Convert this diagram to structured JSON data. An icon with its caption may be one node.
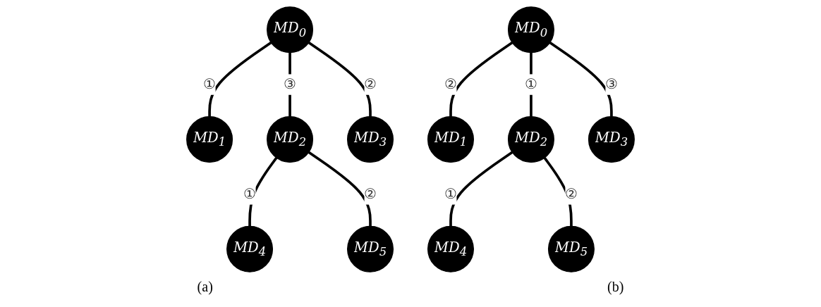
{
  "diagram": {
    "nodes": [
      {
        "text": [
          "MD$_{0}$"
        ]
      },
      {
        "text": [
          "MD$_{1}$"
        ]
      },
      {
        "text": [
          "MD$_{2}$"
        ]
      },
      {
        "text": [
          "MD$_{3}$"
        ]
      },
      {
        "text": [
          "MD$_{4}$"
        ]
      },
      {
        "text": [
          "MD$_{5}$"
        ]
      },
      {
        "text": [
          "MD$_{0}$"
        ]
      },
      {
        "text": [
          "MD$_{1}$"
        ]
      },
      {
        "text": [
          "MD$_{2}$"
        ]
      },
      {
        "text": [
          "MD$_{3}$"
        ]
      },
      {
        "text": [
          "MD$_{4}$"
        ]
      },
      {
        "text": [
          "MD$_{5}$"
        ]
      }
    ],
    "edges": [
      {
        "from": 0,
        "to": 1,
        "arrow": "none",
        "label": "①"
      },
      {
        "from": 0,
        "to": 2,
        "arrow": "none",
        "label": "③"
      },
      {
        "from": 0,
        "to": 3,
        "arrow": "none",
        "label": "②"
      },
      {
        "from": 2,
        "to": 4,
        "arrow": "none",
        "label": "①"
      },
      {
        "from": 2,
        "to": 5,
        "arrow": "none",
        "label": "②"
      },
      {
        "from": 6,
        "to": 7,
        "arrow": "none",
        "label": "②"
      },
      {
        "from": 6,
        "to": 8,
        "arrow": "none",
        "label": "①"
      },
      {
        "from": 6,
        "to": 9,
        "arrow": "none",
        "label": "③"
      },
      {
        "from": 8,
        "to": 10,
        "arrow": "none",
        "label": "①"
      },
      {
        "from": 8,
        "to": 11,
        "arrow": "none",
        "label": "②"
      }
    ],
    "labels": [
      "(a)",
      "(b)"
    ]
  }
}
